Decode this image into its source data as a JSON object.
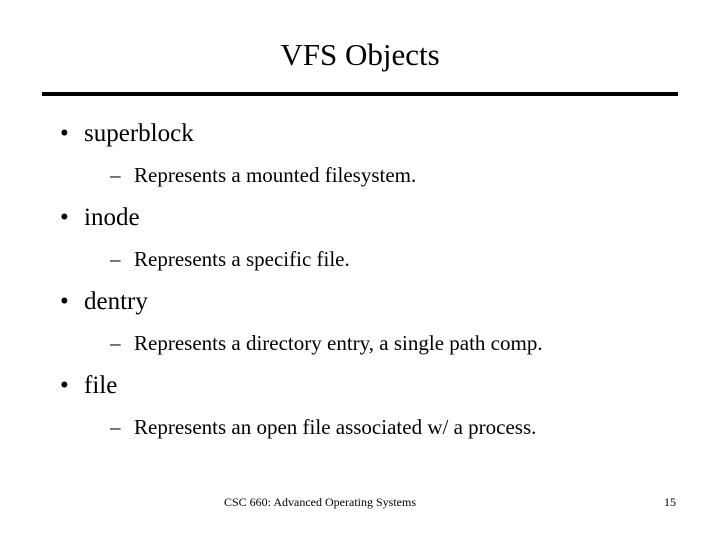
{
  "slide": {
    "title": "VFS Objects",
    "bullets": [
      {
        "marker": "•",
        "text": "superblock",
        "sub_marker": "–",
        "sub_text": "Represents a mounted filesystem."
      },
      {
        "marker": "•",
        "text": "inode",
        "sub_marker": "–",
        "sub_text": "Represents a specific file."
      },
      {
        "marker": "•",
        "text": "dentry",
        "sub_marker": "–",
        "sub_text": "Represents a directory entry, a single path comp."
      },
      {
        "marker": "•",
        "text": "file",
        "sub_marker": "–",
        "sub_text": "Represents an open file associated w/ a process."
      }
    ],
    "footer": {
      "course": "CSC 660: Advanced Operating Systems",
      "page_number": "15"
    }
  }
}
